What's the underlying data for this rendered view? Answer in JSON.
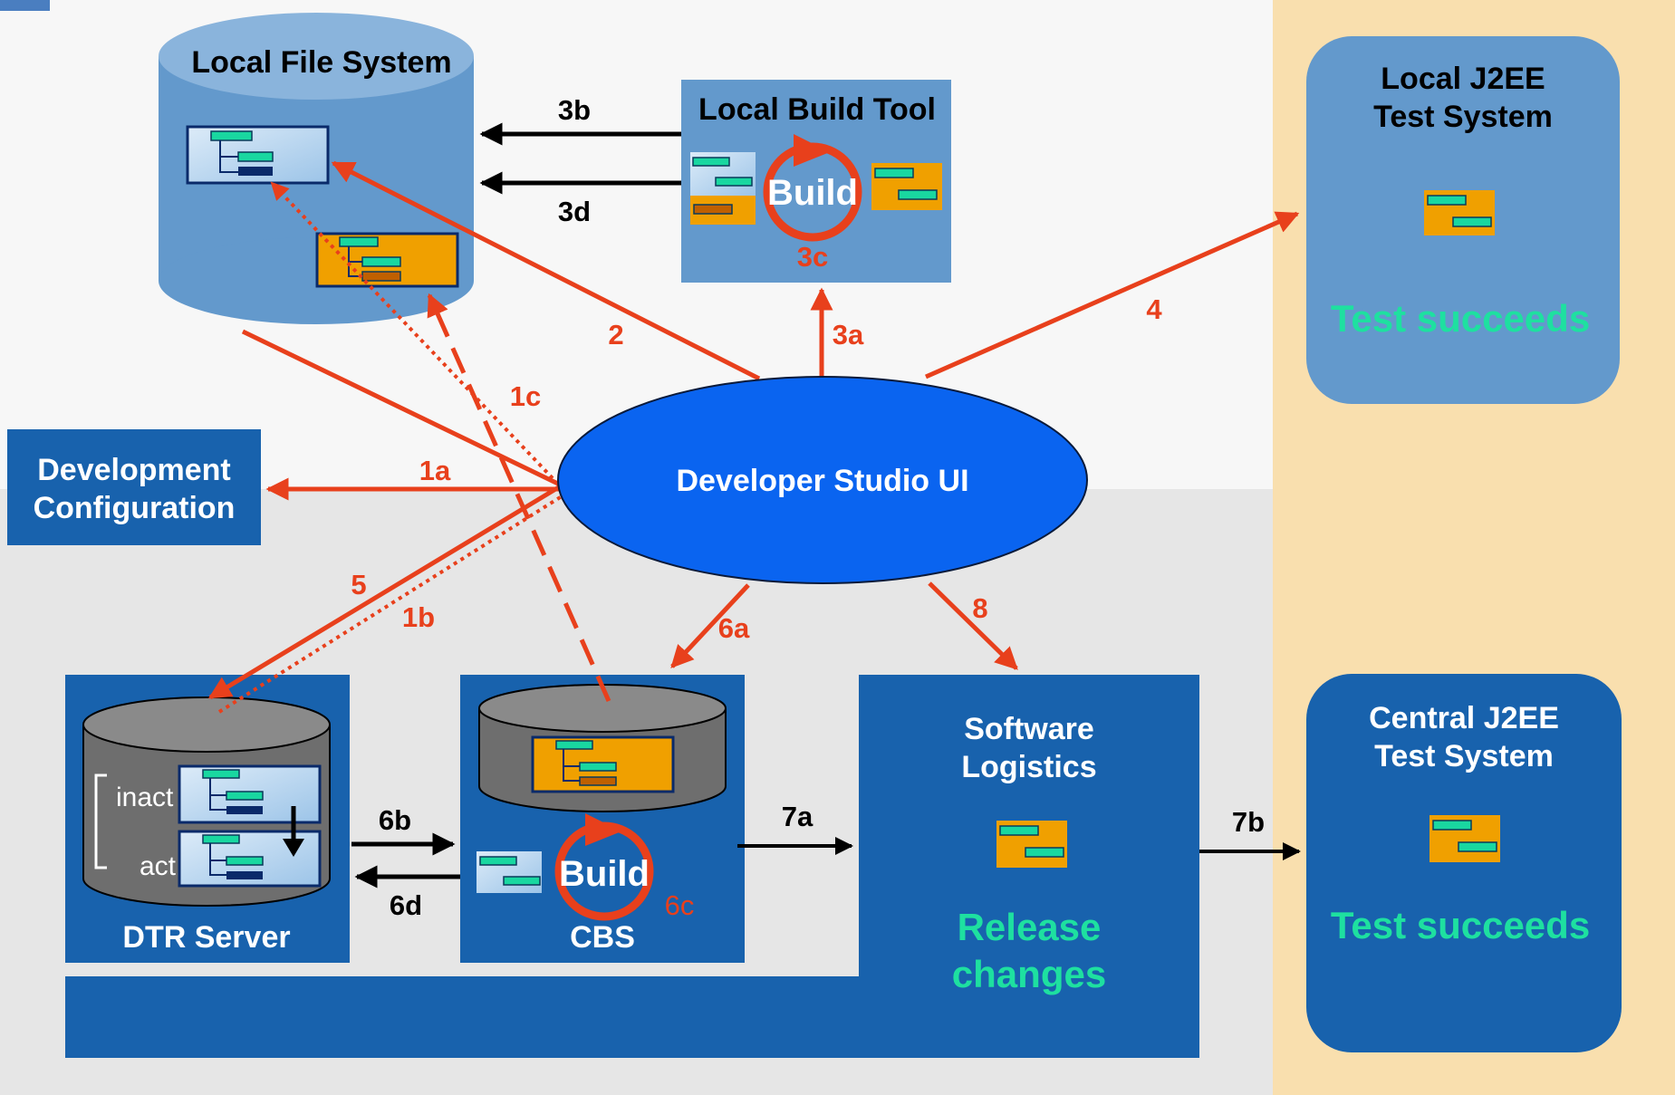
{
  "nodes": {
    "local_fs": "Local File System",
    "build_tool": "Local Build Tool",
    "local_test_line1": "Local J2EE",
    "local_test_line2": "Test System",
    "local_test_status": "Test succeeds",
    "dev_config_line1": "Development",
    "dev_config_line2": "Configuration",
    "studio": "Developer Studio UI",
    "dtr": "DTR Server",
    "cbs": "CBS",
    "slog_line1": "Software",
    "slog_line2": "Logistics",
    "slog_status_line1": "Release",
    "slog_status_line2": "changes",
    "central_line1": "Central J2EE",
    "central_line2": "Test System",
    "central_status": "Test succeeds",
    "build_label": "Build",
    "inact": "inact",
    "act": "act"
  },
  "steps": {
    "s1a": "1a",
    "s1b": "1b",
    "s1c": "1c",
    "s2": "2",
    "s3a": "3a",
    "s3b": "3b",
    "s3c": "3c",
    "s3d": "3d",
    "s4": "4",
    "s5": "5",
    "s6a": "6a",
    "s6b": "6b",
    "s6c": "6c",
    "s6d": "6d",
    "s7a": "7a",
    "s7b": "7b",
    "s8": "8"
  },
  "colors": {
    "accent_red": "#e8401c",
    "dark_blue": "#1862ad",
    "mid_blue": "#6399cc",
    "ellipse_blue": "#0a64f0",
    "green_text": "#1ee0a0",
    "component_orange": "#f0a000",
    "bg_top": "#f7f7f7",
    "bg_bottom": "#e6e6e6",
    "bg_right": "#f9dfae"
  }
}
